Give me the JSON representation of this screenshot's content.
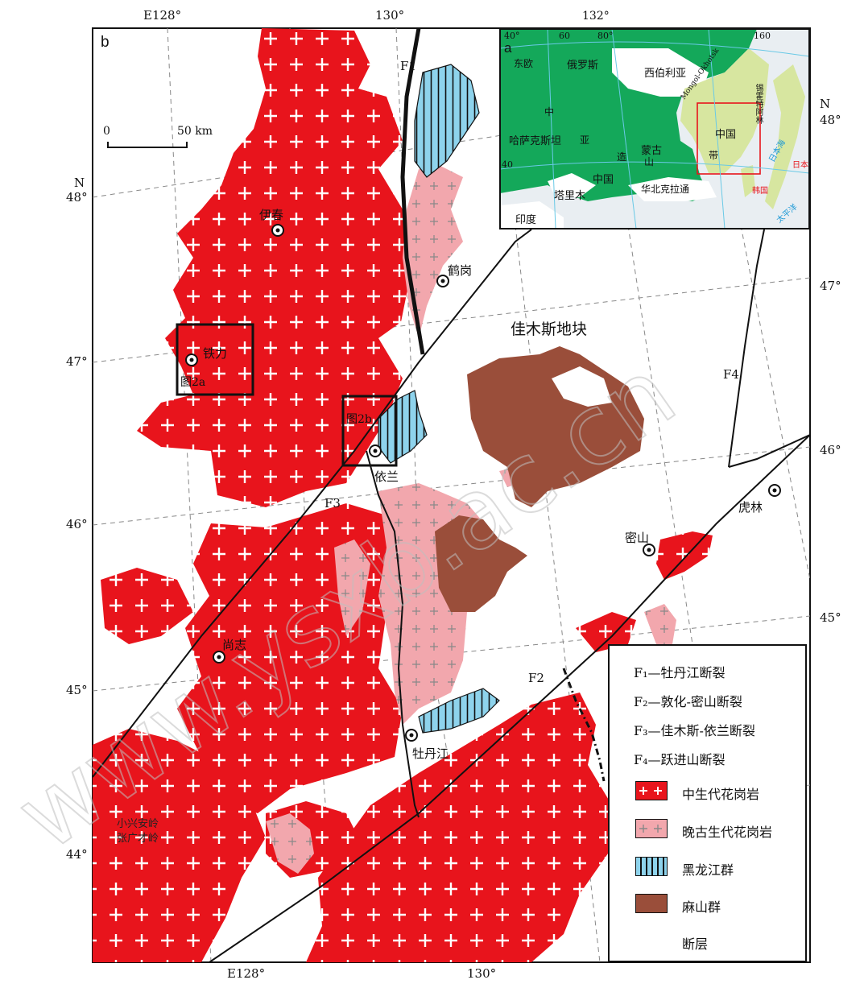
{
  "figure": {
    "panel_main": "b",
    "panel_inset": "a"
  },
  "axes": {
    "top_labels": [
      "E128°",
      "130°"
    ],
    "bottom_labels": [
      "E128°",
      "130°"
    ],
    "left_labels": [
      "N",
      "48°",
      "47°",
      "46°",
      "45°",
      "44°"
    ],
    "right_labels": [
      "N",
      "48°",
      "47°",
      "46°",
      "45°"
    ]
  },
  "scale_bar": {
    "zero": "0",
    "length_label": "50 km"
  },
  "faults": {
    "f1": "F1",
    "f2": "F2",
    "f3": "F3",
    "f4": "F4"
  },
  "places": {
    "yichun": "伊春",
    "hegang": "鹤岗",
    "tieli": "铁力",
    "yilan": "依兰",
    "mishan": "密山",
    "hulin": "虎林",
    "shangzhi": "尚志",
    "mudanjiang": "牡丹江",
    "jiamusi_block": "佳木斯地块",
    "zhangguangcai": "张广才岭",
    "xiaoxinganling": "小兴安岭",
    "box_2a": "图2a",
    "box_2b": "图2b"
  },
  "inset": {
    "lon_label": "132°",
    "lon_ticks": [
      "40°",
      "60",
      "80°",
      "160"
    ],
    "lat_label": "40",
    "regions": {
      "russia": "俄罗斯",
      "siberia": "西伯利亚",
      "kazakhstan": "哈萨克斯坦",
      "mongolia": "蒙古",
      "china_w": "中国",
      "china_e": "中国",
      "tarim": "塔里木",
      "north_china": "华北克拉通",
      "india": "印度",
      "europe": "东欧",
      "central_asian_1": "中",
      "central_asian_2": "亚",
      "central_asian_3": "造",
      "central_asian_4": "山",
      "central_asian_5": "带",
      "mongol_okhotsk": "Mongol-Okhotsk",
      "japan_sea": "日本海",
      "pacific": "太平洋",
      "korea": "韩国",
      "japan": "日本",
      "sikhote": "锡霍特阿林"
    }
  },
  "legend": {
    "items": [
      {
        "label": "F₁—牡丹江断裂",
        "type": "text"
      },
      {
        "label": "F₂—敦化-密山断裂",
        "type": "text"
      },
      {
        "label": "F₃—佳木斯-依兰断裂",
        "type": "text"
      },
      {
        "label": "F₄—跃进山断裂",
        "type": "text"
      },
      {
        "label": "中生代花岗岩",
        "type": "swatch",
        "color": "#e8141c"
      },
      {
        "label": "晚古生代花岗岩",
        "type": "swatch",
        "color": "#f2a7ad"
      },
      {
        "label": "黑龙江群",
        "type": "swatch",
        "color": "#8ed3ec"
      },
      {
        "label": "麻山群",
        "type": "swatch",
        "color": "#9a4e3a"
      },
      {
        "label": "断层",
        "type": "swatch",
        "color": "#ffffff"
      }
    ]
  },
  "watermark": "www.ysxb.ac.cn",
  "colors": {
    "mesozoic": "#e8141c",
    "paleozoic": "#f2a7ad",
    "heilongjiang": "#8ed3ec",
    "mashan": "#9a4e3a",
    "inset_green": "#14a85a",
    "inset_yellow": "#d7e6a0",
    "inset_sea": "#e9eef2"
  }
}
